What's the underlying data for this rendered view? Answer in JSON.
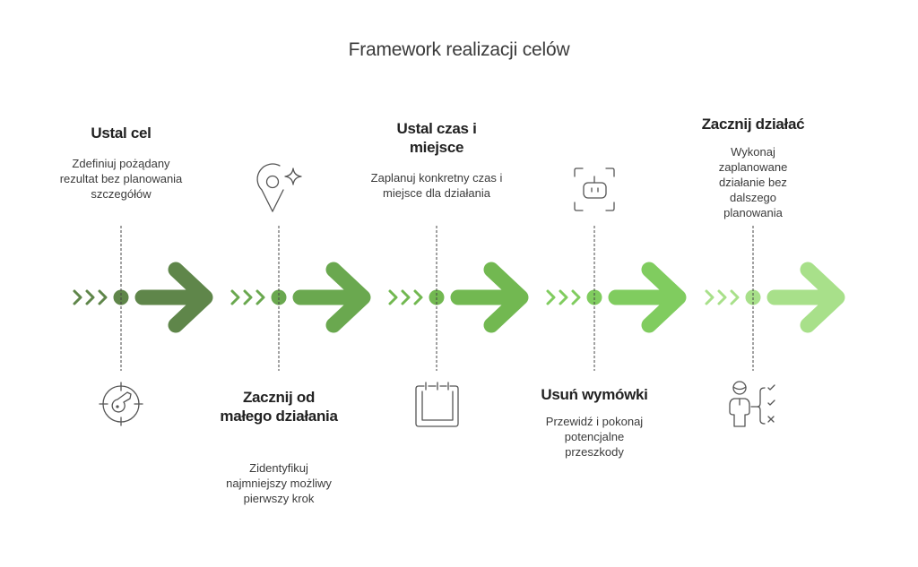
{
  "title": "Framework realizacji celów",
  "steps": [
    {
      "heading": "Ustal cel",
      "description": "Zdefiniuj pożądany rezultat bez planowania szczegółów",
      "icon": "target-key-icon",
      "position": "top",
      "color": "#5f864a"
    },
    {
      "heading": "Zacznij od małego działania",
      "description": "Zidentyfikuj najmniejszy możliwy pierwszy krok",
      "icon": "location-pin-sparkle-icon",
      "position": "bottom",
      "color": "#6aa84f"
    },
    {
      "heading": "Ustal czas i miejsce",
      "description": "Zaplanuj konkretny czas i miejsce dla działania",
      "icon": "calendar-icon",
      "position": "top",
      "color": "#72b851"
    },
    {
      "heading": "Usuń wymówki",
      "description": "Przewidź i pokonaj potencjalne przeszkody",
      "icon": "focus-plug-icon",
      "position": "bottom",
      "color": "#80cc5f"
    },
    {
      "heading": "Zacznij działać",
      "description": "Wykonaj zaplanowane działanie bez dalszego planowania",
      "icon": "person-checklist-icon",
      "position": "top",
      "color": "#a8e08a"
    }
  ]
}
